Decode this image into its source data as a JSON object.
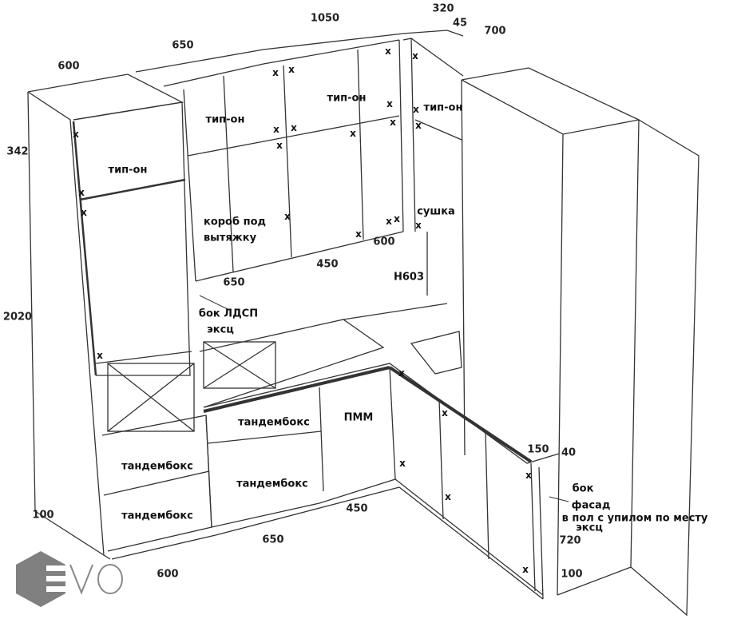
{
  "dimensions": {
    "tall_width": "600",
    "top_left_width": "650",
    "top_mid_width": "1050",
    "corner_320": "320",
    "corner_45": "45",
    "corner_700": "700",
    "tall_top_height": "342",
    "tall_height": "2020",
    "plinth_left": "100",
    "base_650": "650",
    "base_600": "600",
    "base_450": "450",
    "hood_650": "650",
    "upper_450": "450",
    "upper_600": "600",
    "end_150": "150",
    "worktop_40": "40",
    "end_720": "720",
    "plinth_right": "100"
  },
  "labels": {
    "tip_on_1": "тип-он",
    "tip_on_2": "тип-он",
    "tip_on_3": "тип-он",
    "tip_on_4": "тип-он",
    "hood_box_1": "короб под",
    "hood_box_2": "вытяжку",
    "dryer": "сушка",
    "h603": "H603",
    "side_ldsp_1": "бок ЛДСП",
    "side_ldsp_2": "эксц",
    "tandembox_1": "тандембокс",
    "tandembox_2": "тандембокс",
    "tandembox_3": "тандембокс",
    "tandembox_4": "тандембокс",
    "dishwasher": "ПММ",
    "side_note_1": "бок",
    "side_note_2": "фасад",
    "side_note_3": "в пол с упилом по месту",
    "side_note_4": "эксц"
  },
  "marks": {
    "hinge_mark": "x"
  },
  "logo": {
    "text": "EVO"
  },
  "colors": {
    "line": "#333333",
    "logo_gray": "#808080"
  }
}
